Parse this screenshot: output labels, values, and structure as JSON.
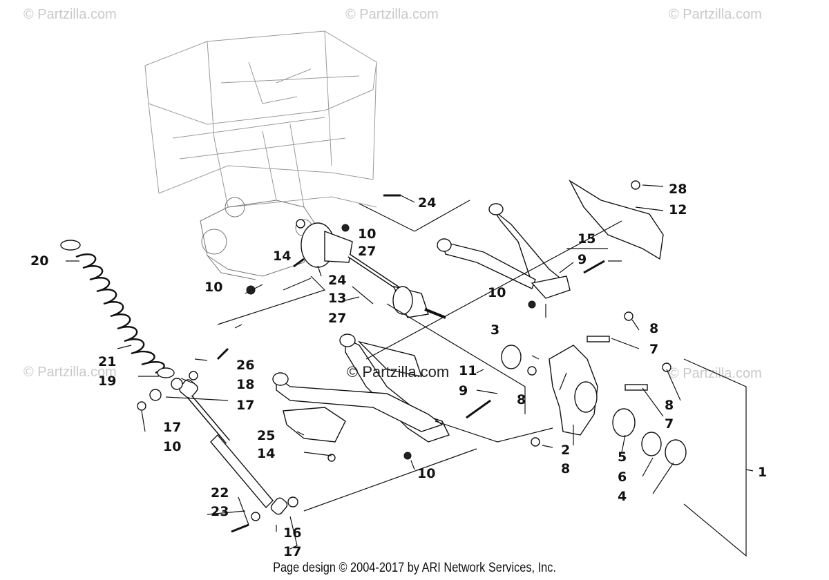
{
  "watermarks": {
    "top_left": "© Partzilla.com",
    "top_center": "© Partzilla.com",
    "top_right": "© Partzilla.com",
    "mid_left": "© Partzilla.com",
    "mid_right": "© Partzilla.com",
    "center": "© Partzilla.com"
  },
  "footer": "Page design © 2004-2017 by ARI Network Services, Inc.",
  "callouts": [
    "28",
    "12",
    "24",
    "10",
    "27",
    "15",
    "9",
    "14",
    "24",
    "10",
    "13",
    "27",
    "10",
    "3",
    "8",
    "7",
    "11",
    "9",
    "8",
    "26",
    "18",
    "17",
    "21",
    "19",
    "20",
    "25",
    "14",
    "17",
    "10",
    "10",
    "8",
    "7",
    "5",
    "2",
    "6",
    "8",
    "4",
    "1",
    "22",
    "23",
    "16",
    "17"
  ]
}
